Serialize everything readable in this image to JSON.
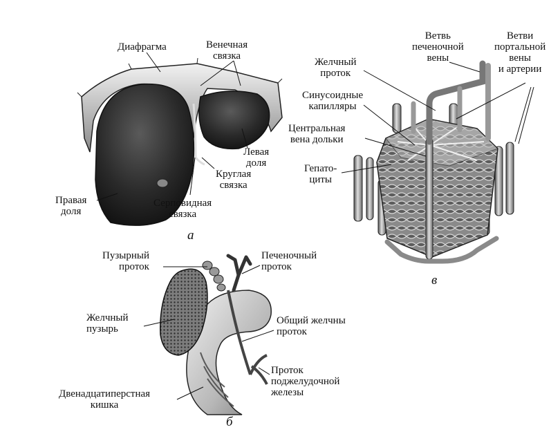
{
  "panels": {
    "a": {
      "letter": "а",
      "labels": {
        "diaphragm": [
          "Диафрагма"
        ],
        "coronary": [
          "Венечная",
          "связка"
        ],
        "left_lobe": [
          "Левая",
          "доля"
        ],
        "round": [
          "Круглая",
          "связка"
        ],
        "right_lobe": [
          "Правая",
          "доля"
        ],
        "falciform": [
          "Серповидная",
          "связка"
        ]
      }
    },
    "b": {
      "letter": "б",
      "labels": {
        "cystic_duct": [
          "Пузырный",
          "проток"
        ],
        "hepatic_duct": [
          "Печеночный",
          "проток"
        ],
        "gallbladder": [
          "Желчный",
          "пузырь"
        ],
        "common_bile": [
          "Общий желчны",
          "проток"
        ],
        "pancreatic": [
          "Проток",
          "поджелудочной",
          "железы"
        ],
        "duodenum": [
          "Двенадцатиперстная",
          "кишка"
        ]
      }
    },
    "v": {
      "letter": "в",
      "labels": {
        "hepatic_vein": [
          "Ветвь",
          "печеночной",
          "вены"
        ],
        "portal_vein": [
          "Ветви",
          "портальной",
          "вены",
          "и артерии"
        ],
        "bile_duct": [
          "Желчный",
          "проток"
        ],
        "sinusoid": [
          "Синусоидные",
          "капилляры"
        ],
        "central_vein": [
          "Центральная",
          "вена дольки"
        ],
        "hepatocytes": [
          "Гепато-",
          "циты"
        ]
      }
    }
  },
  "colors": {
    "ink": "#111111",
    "shade_dark": "#2a2a2a",
    "shade_mid": "#8c8c8c",
    "shade_light": "#d9d9d9"
  }
}
